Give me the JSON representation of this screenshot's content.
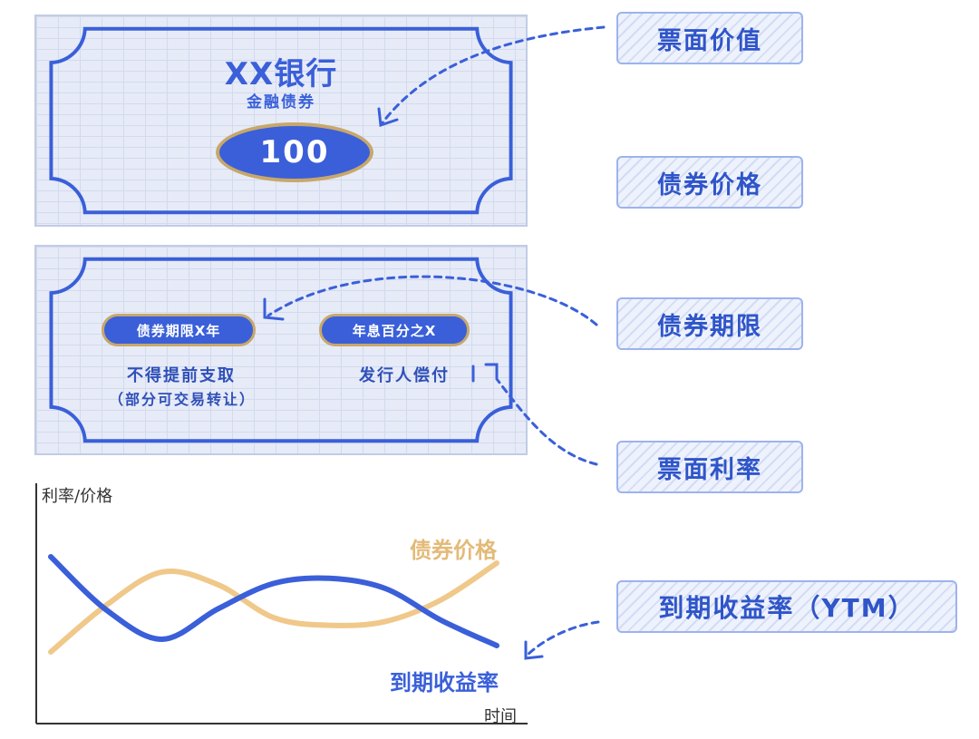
{
  "certificate_top": {
    "bank_name": "XX银行",
    "bond_type": "金融债券",
    "face_value": "100"
  },
  "certificate_bottom": {
    "term_pill": "债券期限X年",
    "coupon_pill": "年息百分之X",
    "note_no_early": "不得提前支取",
    "note_transfer": "（部分可交易转让）",
    "note_issuer": "发行人偿付"
  },
  "labels": {
    "face_value": "票面价值",
    "bond_price": "债券价格",
    "bond_term": "债券期限",
    "coupon_rate": "票面利率",
    "ytm": "到期收益率（YTM）"
  },
  "colors": {
    "primary_blue": "#3a5fd9",
    "gold": "#c8a76b",
    "price_curve": "#f0c88a",
    "ytm_curve": "#3a5fd9"
  },
  "chart_data": {
    "type": "line",
    "ylabel": "利率/价格",
    "xlabel": "时间",
    "grid": false,
    "series": [
      {
        "name": "债券价格",
        "color": "#f0c88a",
        "values": [
          0.15,
          0.52,
          0.78,
          0.68,
          0.42,
          0.36,
          0.39,
          0.56,
          0.85
        ]
      },
      {
        "name": "到期收益率",
        "color": "#3a5fd9",
        "values": [
          0.9,
          0.48,
          0.25,
          0.49,
          0.69,
          0.73,
          0.65,
          0.4,
          0.2
        ]
      }
    ]
  }
}
